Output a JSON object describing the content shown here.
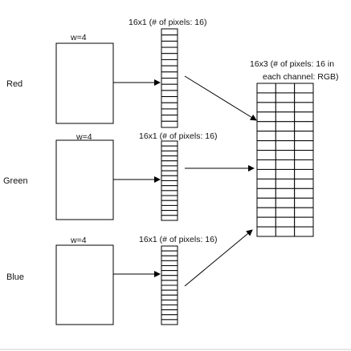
{
  "channels": [
    {
      "name": "Red",
      "width_label": "w=4",
      "vector_label": "16x1 (# of pixels: 16)"
    },
    {
      "name": "Green",
      "width_label": "w=4",
      "vector_label": "16x1 (# of pixels: 16)"
    },
    {
      "name": "Blue",
      "width_label": "w=4",
      "vector_label": "16x1 (# of pixels: 16)"
    }
  ],
  "vector_cells": 16,
  "output": {
    "label_line1": "16x3 (# of pixels: 16 in",
    "label_line2": "each channel: RGB)",
    "rows": 16,
    "cols": 3
  }
}
